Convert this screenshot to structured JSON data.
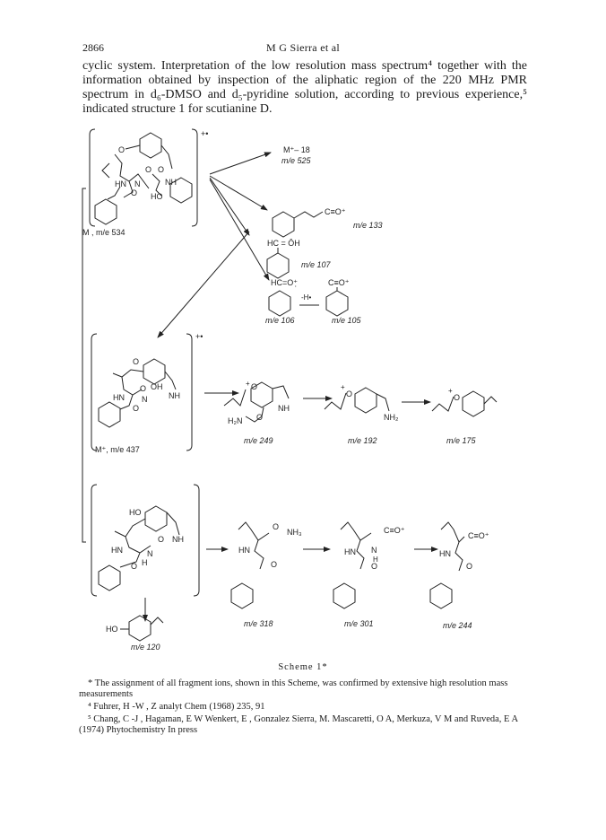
{
  "header": {
    "page_number": "2866",
    "running_head": "M G Sierra et al"
  },
  "body": {
    "paragraph": "cyclic system. Interpretation of the low resolution mass spectrum⁴ together with the information obtained by inspection of the aliphatic region of the 220 MHz PMR spectrum in d₆-DMSO and d₅-pyridine solution, according to previous experience,⁵ indicated structure 1 for scutianine D."
  },
  "scheme": {
    "caption": "Scheme 1*",
    "ions": {
      "m_labels": {
        "m534": "M , m/e 534",
        "m437": "M⁺, m/e 437"
      },
      "frag_labels": {
        "m525_top": "M⁺– 18",
        "m525": "m/e 525",
        "m133": "m/e 133",
        "m107": "m/e 107",
        "m106": "m/e 106",
        "m105": "m/e 105",
        "m249": "m/e 249",
        "m192": "m/e 192",
        "m175": "m/e 175",
        "m318": "m/e 318",
        "m301": "m/e 301",
        "m244": "m/e 244",
        "m120": "m/e 120"
      }
    },
    "groups": {
      "c_eq_o_plus": "C≡O⁺",
      "hc_eq_oh": "HC = ŌH",
      "hc_eq_o_radical": "HC=O⁺̣",
      "minus_h": "-H•",
      "nh": "NH",
      "hn": "HN",
      "h2n": "H₂N",
      "nh2": "NH₂",
      "nh3": "NH₃",
      "ho": "HO",
      "oh": "OH",
      "o": "O",
      "n": "N",
      "h": "H",
      "plus": "+",
      "plus_dot": "+•"
    }
  },
  "footnotes": [
    "* The assignment of all fragment ions, shown in this Scheme, was confirmed by extensive high resolution mass measurements",
    "⁴ Fuhrer, H -W , Z analyt Chem (1968) 235, 91",
    "⁵ Chang, C -J , Hagaman, E W Wenkert, E , Gonzalez Sierra, M. Mascaretti, O A, Merkuza, V M and Ruveda, E A (1974) Phytochemistry In press"
  ]
}
